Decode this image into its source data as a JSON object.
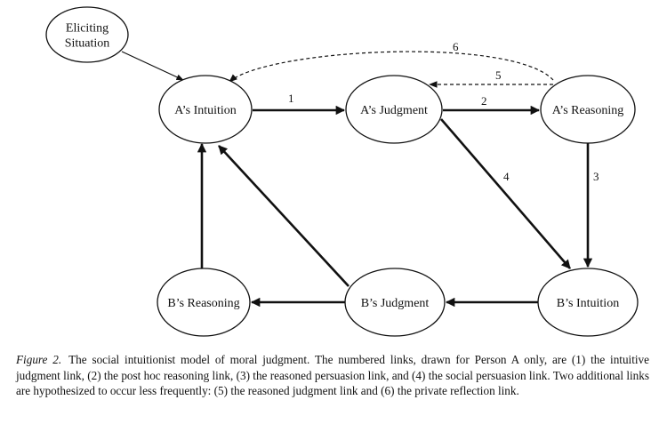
{
  "diagram": {
    "nodes": [
      {
        "id": "eliciting",
        "lines": [
          "Eliciting",
          "Situation"
        ]
      },
      {
        "id": "a_intuition",
        "lines": [
          "A’s Intuition"
        ]
      },
      {
        "id": "a_judgment",
        "lines": [
          "A’s Judgment"
        ]
      },
      {
        "id": "a_reasoning",
        "lines": [
          "A’s Reasoning"
        ]
      },
      {
        "id": "b_reasoning",
        "lines": [
          "B’s Reasoning"
        ]
      },
      {
        "id": "b_judgment",
        "lines": [
          "B’s Judgment"
        ]
      },
      {
        "id": "b_intuition",
        "lines": [
          "B’s Intuition"
        ]
      }
    ],
    "edges": [
      {
        "from": "eliciting",
        "to": "a_intuition",
        "label": "",
        "style": "thin"
      },
      {
        "from": "a_intuition",
        "to": "a_judgment",
        "label": "1",
        "style": "bold"
      },
      {
        "from": "a_judgment",
        "to": "a_reasoning",
        "label": "2",
        "style": "bold"
      },
      {
        "from": "a_reasoning",
        "to": "b_intuition",
        "label": "3",
        "style": "bold"
      },
      {
        "from": "a_judgment",
        "to": "b_intuition",
        "label": "4",
        "style": "bold"
      },
      {
        "from": "a_reasoning",
        "to": "a_judgment",
        "label": "5",
        "style": "dashed"
      },
      {
        "from": "a_reasoning",
        "to": "a_intuition",
        "label": "6",
        "style": "dashed"
      },
      {
        "from": "b_intuition",
        "to": "b_judgment",
        "label": "",
        "style": "bold"
      },
      {
        "from": "b_judgment",
        "to": "b_reasoning",
        "label": "",
        "style": "bold"
      },
      {
        "from": "b_judgment",
        "to": "a_intuition",
        "label": "",
        "style": "bold"
      },
      {
        "from": "b_reasoning",
        "to": "a_intuition",
        "label": "",
        "style": "bold"
      }
    ]
  },
  "caption": {
    "label": "Figure 2.",
    "text": "The social intuitionist model of moral judgment. The numbered links, drawn for Person A only, are (1) the intuitive judgment link, (2) the post hoc reasoning link, (3) the reasoned persuasion link, and (4) the social persuasion link. Two additional links are hypothesized to occur less frequently: (5) the reasoned judgment link and (6) the private reflection link."
  }
}
